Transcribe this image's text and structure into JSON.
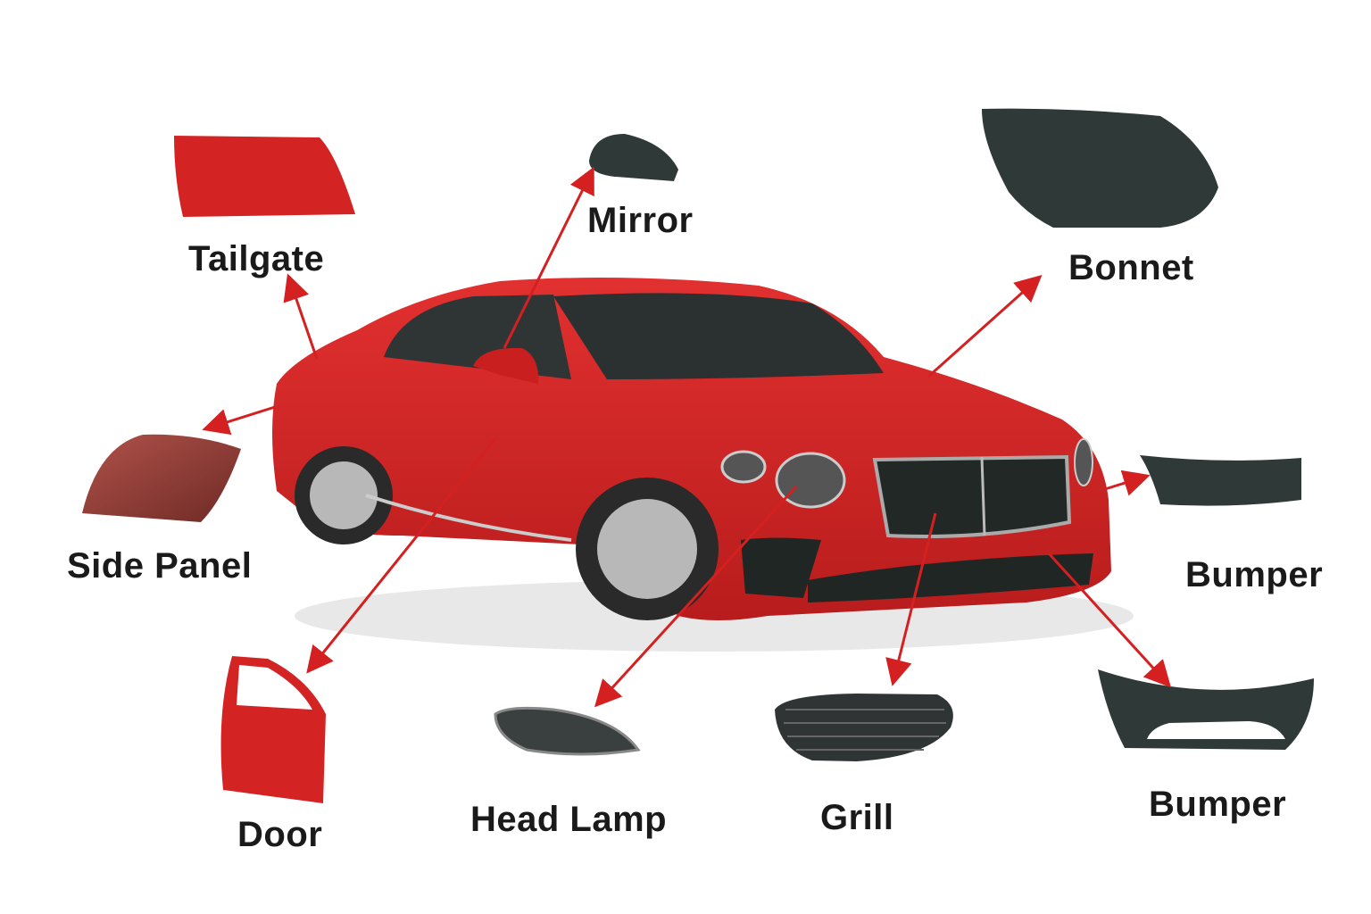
{
  "title": "Car body parts diagram",
  "colors": {
    "car_red": "#d42323",
    "arrow": "#d42020",
    "part_dark": "#2f3a38",
    "text": "#1a1a1a"
  },
  "labels": {
    "tailgate": "Tailgate",
    "mirror": "Mirror",
    "bonnet": "Bonnet",
    "side_panel": "Side Panel",
    "bumper_rear": "Bumper",
    "door": "Door",
    "head_lamp": "Head Lamp",
    "grill": "Grill",
    "bumper_front": "Bumper"
  }
}
